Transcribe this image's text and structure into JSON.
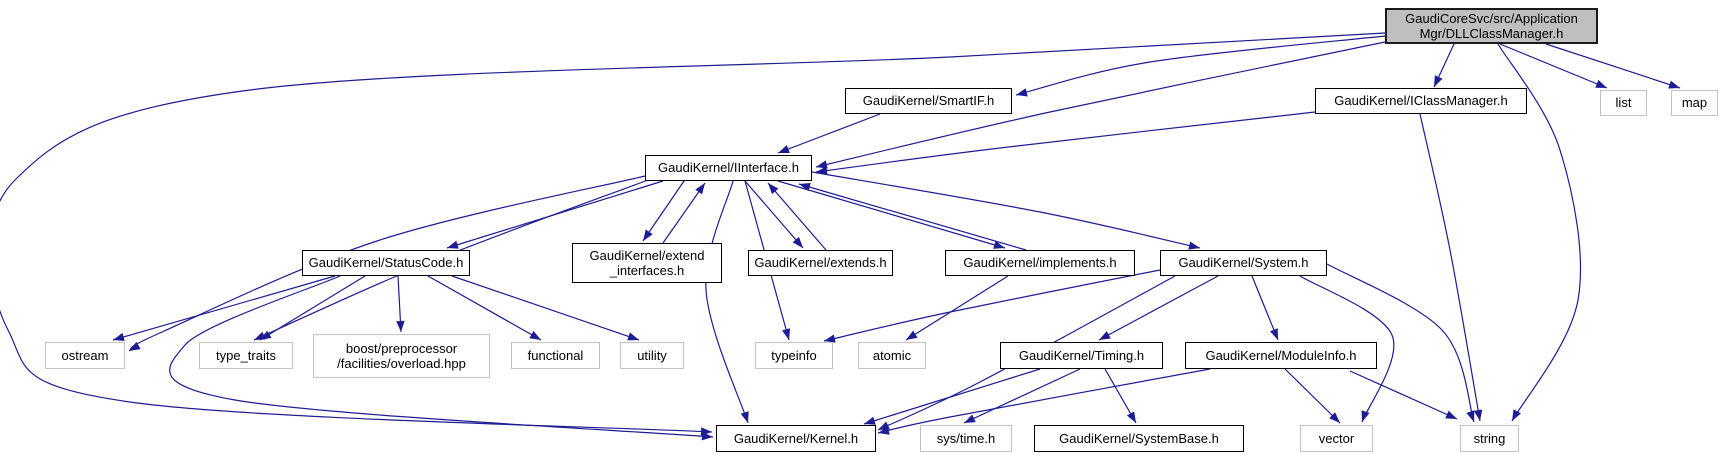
{
  "graph": {
    "description": "Doxygen include dependency graph",
    "colors": {
      "edge": "#1c1c94",
      "internal_border": "#000000",
      "external_border": "#c3c3c3",
      "root_fill": "#bfbfbf",
      "box_fill": "#ffffff",
      "text": "#000000"
    },
    "nodes": [
      {
        "id": "dll",
        "kind": "root",
        "lines": [
          "GaudiCoreSvc/src/Application",
          "Mgr/DLLClassManager.h"
        ]
      },
      {
        "id": "smartif",
        "kind": "internal",
        "lines": [
          "GaudiKernel/SmartIF.h"
        ]
      },
      {
        "id": "iclassmanager",
        "kind": "internal",
        "lines": [
          "GaudiKernel/IClassManager.h"
        ]
      },
      {
        "id": "list",
        "kind": "external",
        "lines": [
          "list"
        ]
      },
      {
        "id": "map",
        "kind": "external",
        "lines": [
          "map"
        ]
      },
      {
        "id": "iinterface",
        "kind": "internal",
        "lines": [
          "GaudiKernel/IInterface.h"
        ]
      },
      {
        "id": "statuscode",
        "kind": "internal",
        "lines": [
          "GaudiKernel/StatusCode.h"
        ]
      },
      {
        "id": "extint",
        "kind": "internal",
        "lines": [
          "GaudiKernel/extend",
          "_interfaces.h"
        ]
      },
      {
        "id": "extends",
        "kind": "internal",
        "lines": [
          "GaudiKernel/extends.h"
        ]
      },
      {
        "id": "implements",
        "kind": "internal",
        "lines": [
          "GaudiKernel/implements.h"
        ]
      },
      {
        "id": "system",
        "kind": "internal",
        "lines": [
          "GaudiKernel/System.h"
        ]
      },
      {
        "id": "ostream",
        "kind": "external",
        "lines": [
          "ostream"
        ]
      },
      {
        "id": "type_traits",
        "kind": "external",
        "lines": [
          "type_traits"
        ]
      },
      {
        "id": "boost",
        "kind": "external",
        "lines": [
          "boost/preprocessor",
          "/facilities/overload.hpp"
        ]
      },
      {
        "id": "functional",
        "kind": "external",
        "lines": [
          "functional"
        ]
      },
      {
        "id": "utility",
        "kind": "external",
        "lines": [
          "utility"
        ]
      },
      {
        "id": "typeinfo",
        "kind": "external",
        "lines": [
          "typeinfo"
        ]
      },
      {
        "id": "atomic",
        "kind": "external",
        "lines": [
          "atomic"
        ]
      },
      {
        "id": "timing",
        "kind": "internal",
        "lines": [
          "GaudiKernel/Timing.h"
        ]
      },
      {
        "id": "moduleinfo",
        "kind": "internal",
        "lines": [
          "GaudiKernel/ModuleInfo.h"
        ]
      },
      {
        "id": "kernel",
        "kind": "internal",
        "lines": [
          "GaudiKernel/Kernel.h"
        ]
      },
      {
        "id": "systime",
        "kind": "external",
        "lines": [
          "sys/time.h"
        ]
      },
      {
        "id": "systembase",
        "kind": "internal",
        "lines": [
          "GaudiKernel/SystemBase.h"
        ]
      },
      {
        "id": "vector",
        "kind": "external",
        "lines": [
          "vector"
        ]
      },
      {
        "id": "string",
        "kind": "external",
        "lines": [
          "string"
        ]
      }
    ],
    "edges": [
      {
        "from": "dll",
        "to": "iclassmanager"
      },
      {
        "from": "dll",
        "to": "smartif"
      },
      {
        "from": "dll",
        "to": "iinterface"
      },
      {
        "from": "dll",
        "to": "list"
      },
      {
        "from": "dll",
        "to": "map"
      },
      {
        "from": "dll",
        "to": "string"
      },
      {
        "from": "dll",
        "to": "kernel"
      },
      {
        "from": "iclassmanager",
        "to": "iinterface"
      },
      {
        "from": "iclassmanager",
        "to": "string"
      },
      {
        "from": "smartif",
        "to": "iinterface"
      },
      {
        "from": "iinterface",
        "to": "statuscode"
      },
      {
        "from": "iinterface",
        "to": "ostream"
      },
      {
        "from": "iinterface",
        "to": "type_traits"
      },
      {
        "from": "iinterface",
        "to": "typeinfo"
      },
      {
        "from": "iinterface",
        "to": "kernel"
      },
      {
        "from": "iinterface",
        "to": "extint"
      },
      {
        "from": "extint",
        "to": "iinterface"
      },
      {
        "from": "iinterface",
        "to": "extends"
      },
      {
        "from": "extends",
        "to": "iinterface"
      },
      {
        "from": "iinterface",
        "to": "implements"
      },
      {
        "from": "implements",
        "to": "iinterface"
      },
      {
        "from": "iinterface",
        "to": "system"
      },
      {
        "from": "statuscode",
        "to": "ostream"
      },
      {
        "from": "statuscode",
        "to": "type_traits"
      },
      {
        "from": "statuscode",
        "to": "boost"
      },
      {
        "from": "statuscode",
        "to": "functional"
      },
      {
        "from": "statuscode",
        "to": "utility"
      },
      {
        "from": "statuscode",
        "to": "kernel"
      },
      {
        "from": "implements",
        "to": "atomic"
      },
      {
        "from": "system",
        "to": "typeinfo"
      },
      {
        "from": "system",
        "to": "timing"
      },
      {
        "from": "system",
        "to": "moduleinfo"
      },
      {
        "from": "system",
        "to": "kernel"
      },
      {
        "from": "system",
        "to": "vector"
      },
      {
        "from": "system",
        "to": "string"
      },
      {
        "from": "timing",
        "to": "kernel"
      },
      {
        "from": "timing",
        "to": "systime"
      },
      {
        "from": "timing",
        "to": "systembase"
      },
      {
        "from": "moduleinfo",
        "to": "kernel"
      },
      {
        "from": "moduleinfo",
        "to": "vector"
      },
      {
        "from": "moduleinfo",
        "to": "string"
      }
    ]
  }
}
